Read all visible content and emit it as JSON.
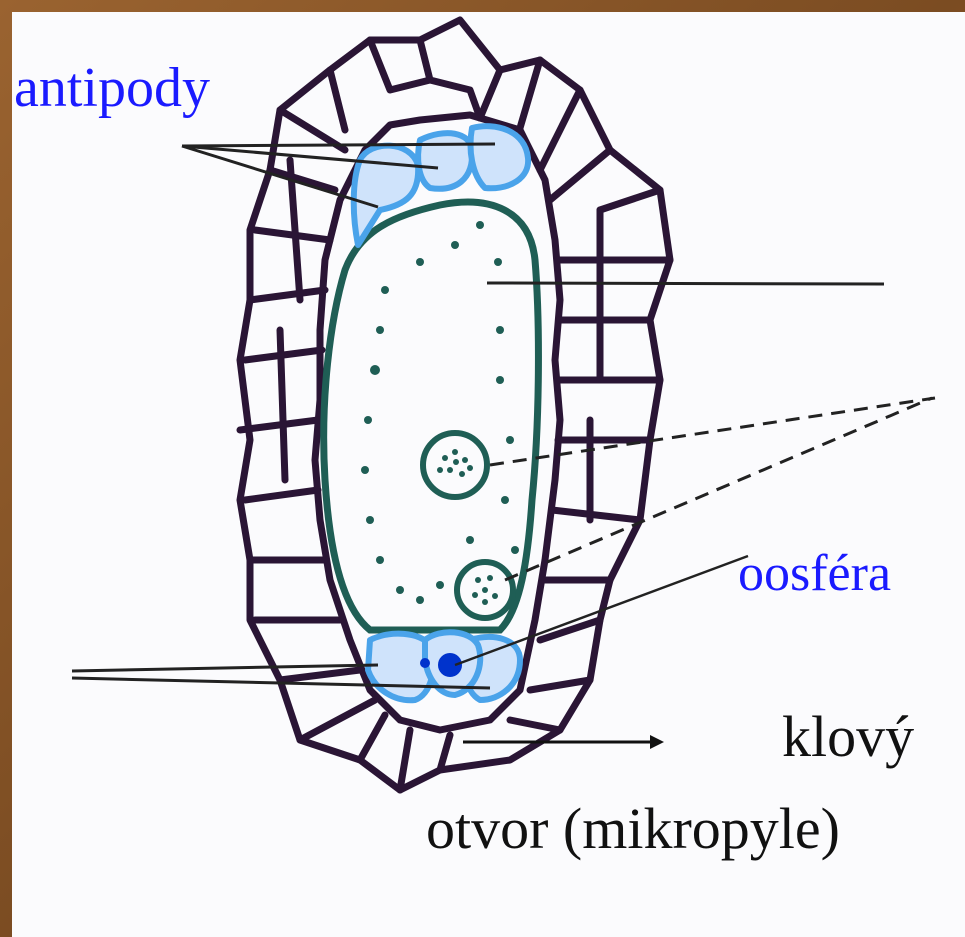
{
  "labels": {
    "antipody": "antipody",
    "oosfera": "oosféra",
    "klovy": "klový",
    "otvor": "otvor (mikropyle)"
  },
  "colors": {
    "frame": "#8a5a2b",
    "paper": "#fbfbfd",
    "label_blue": "#1a1aff",
    "label_black": "#111111",
    "integument_purple": "#2a1535",
    "sac_green": "#1f5e55",
    "cell_blue": "#4aa3ea",
    "nucleus_blue": "#0033cc"
  }
}
